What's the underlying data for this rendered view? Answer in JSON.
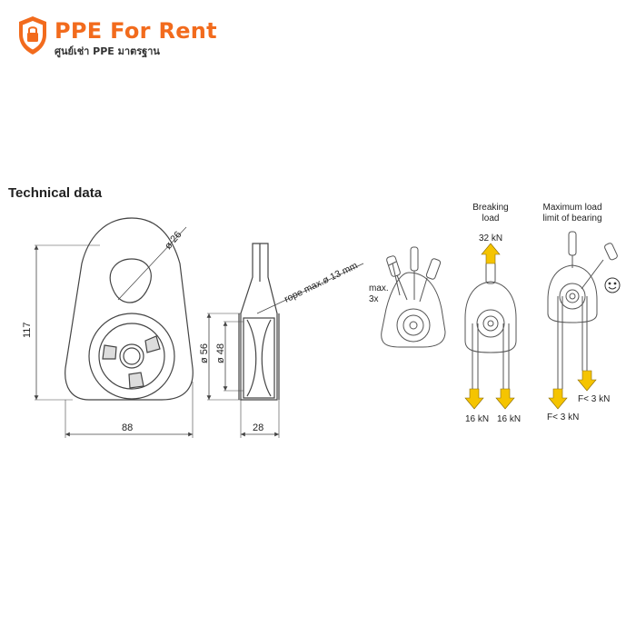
{
  "logo": {
    "brand_primary": "PPE",
    "brand_secondary": "For Rent",
    "tagline": "ศูนย์เช่า PPE มาตรฐาน",
    "colors": {
      "accent": "#F26B1D",
      "text": "#222222"
    },
    "icon": "shield-lock-icon"
  },
  "section": {
    "title": "Technical data"
  },
  "front_view": {
    "dim_hole": "ø 26",
    "dim_height": "117",
    "dim_width": "88"
  },
  "side_view": {
    "dim_outer": "ø 56",
    "dim_inner": "ø 48",
    "dim_rope": "rope max.ø 13 mm",
    "dim_thickness": "28"
  },
  "use_max": {
    "label_line1": "max.",
    "label_line2": "3x"
  },
  "breaking": {
    "title_line1": "Breaking",
    "title_line2": "load",
    "top_load": "32 kN",
    "bottom_left": "16 kN",
    "bottom_right": "16 kN"
  },
  "bearing": {
    "title_line1": "Maximum load",
    "title_line2": "limit of bearing",
    "right_load": "F< 3 kN",
    "left_load": "F< 3 kN",
    "smiley_icon": "smiley-icon"
  },
  "arrow_color": "#F5C400"
}
